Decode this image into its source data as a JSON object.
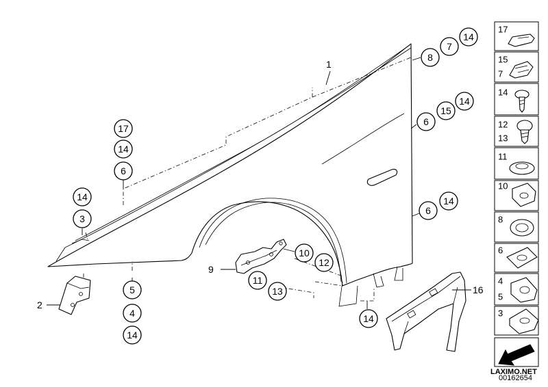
{
  "diagram": {
    "main_labels": {
      "fender": "1",
      "bracket_left": "2",
      "bracket_mount": "9",
      "support_bracket": "16"
    },
    "callouts": {
      "top_right": [
        "8",
        "7",
        "14"
      ],
      "mid_right": [
        "6",
        "15",
        "14"
      ],
      "low_right": [
        "6",
        "14"
      ],
      "upper_left_stack": [
        "17",
        "14",
        "6"
      ],
      "left_stack": [
        "14",
        "3"
      ],
      "bottom_stack": [
        "5",
        "4",
        "14"
      ],
      "bracket_pair_a": [
        "10",
        "12"
      ],
      "bracket_pair_b": [
        "11",
        "13"
      ],
      "lower_single": [
        "14"
      ]
    },
    "legend": [
      {
        "numbers": [
          "17"
        ],
        "icon": "clip-icon"
      },
      {
        "numbers": [
          "15",
          "7"
        ],
        "icon": "spring-nut-icon"
      },
      {
        "numbers": [
          "14"
        ],
        "icon": "screw-icon"
      },
      {
        "numbers": [
          "12",
          "13"
        ],
        "icon": "bolt-icon"
      },
      {
        "numbers": [
          "11"
        ],
        "icon": "grommet-icon"
      },
      {
        "numbers": [
          "10"
        ],
        "icon": "rubber-pad-icon"
      },
      {
        "numbers": [
          "8"
        ],
        "icon": "ring-seal-icon"
      },
      {
        "numbers": [
          "6"
        ],
        "icon": "gasket-plate-icon"
      },
      {
        "numbers": [
          "4",
          "5"
        ],
        "icon": "gasket-plate-icon"
      },
      {
        "numbers": [
          "3"
        ],
        "icon": "gasket-plate-icon"
      }
    ],
    "watermark": "LAXIMO.NET",
    "doc_number": "00162654"
  }
}
